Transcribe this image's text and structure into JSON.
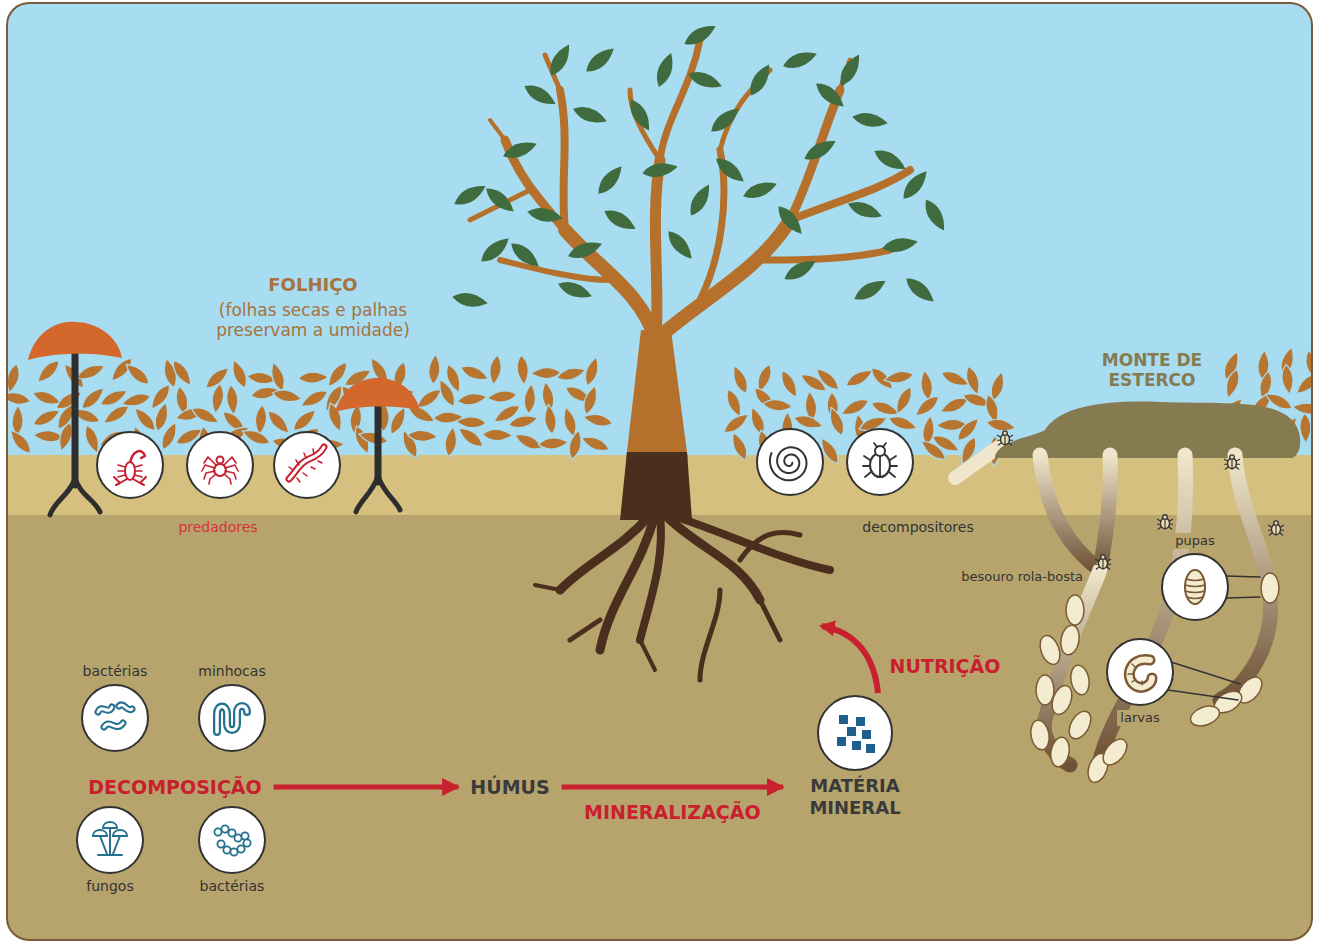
{
  "diagram": {
    "nodes": [
      {
        "text": [
          "bactérias"
        ]
      },
      {
        "text": [
          "minhocas"
        ]
      },
      {
        "text": [
          "fungos"
        ]
      },
      {
        "text": [
          "bactérias"
        ]
      },
      {
        "text": [
          "DECOMPOSIÇÃO"
        ]
      },
      {
        "text": [
          "HÚMUS"
        ]
      },
      {
        "text": [
          "MATÉRIA MINERAL"
        ]
      },
      {
        "text": [
          "pupas"
        ]
      },
      {
        "text": [
          "larvas"
        ]
      }
    ],
    "edges": [
      {
        "from": 4,
        "to": 5,
        "arrow": "to"
      },
      {
        "from": 5,
        "to": 6,
        "label": "MINERALIZAÇÃO",
        "arrow": "to"
      }
    ],
    "labels": [
      "FOLHIÇO",
      "(folhas secas e palhas preservam a umidade)",
      "predadores",
      "decompositores",
      "MONTE DE ESTERCO",
      "besouro rola-bosta",
      "NUTRIÇÃO"
    ]
  }
}
